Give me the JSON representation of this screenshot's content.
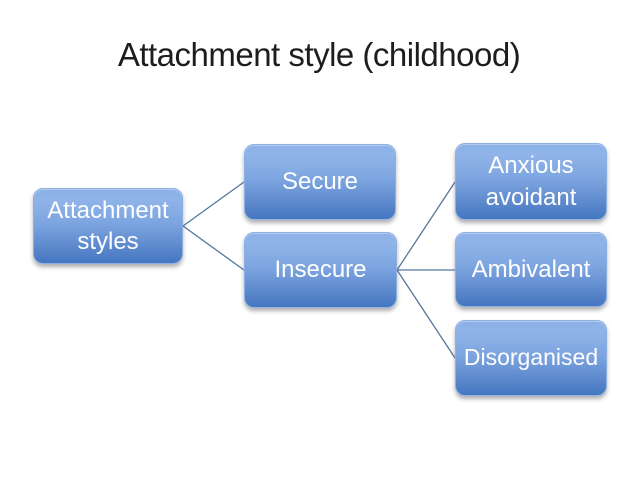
{
  "slide": {
    "title": "Attachment style (childhood)"
  },
  "colors": {
    "background": "#ffffff",
    "title_text": "#1d1d1d",
    "node_gradient_top": "#8ab0e7",
    "node_gradient_bottom": "#4476c1",
    "node_text": "#ffffff",
    "connector": "#54769f"
  },
  "diagram": {
    "type": "hierarchy",
    "orientation": "left-to-right",
    "nodes": [
      {
        "id": "attachment-styles",
        "label": "Attachment styles",
        "level": 0,
        "parent": null
      },
      {
        "id": "secure",
        "label": "Secure",
        "level": 1,
        "parent": "attachment-styles"
      },
      {
        "id": "insecure",
        "label": "Insecure",
        "level": 1,
        "parent": "attachment-styles"
      },
      {
        "id": "anxious-avoidant",
        "label": "Anxious avoidant",
        "level": 2,
        "parent": "insecure"
      },
      {
        "id": "ambivalent",
        "label": "Ambivalent",
        "level": 2,
        "parent": "insecure"
      },
      {
        "id": "disorganised",
        "label": "Disorganised",
        "level": 2,
        "parent": "insecure"
      }
    ]
  }
}
